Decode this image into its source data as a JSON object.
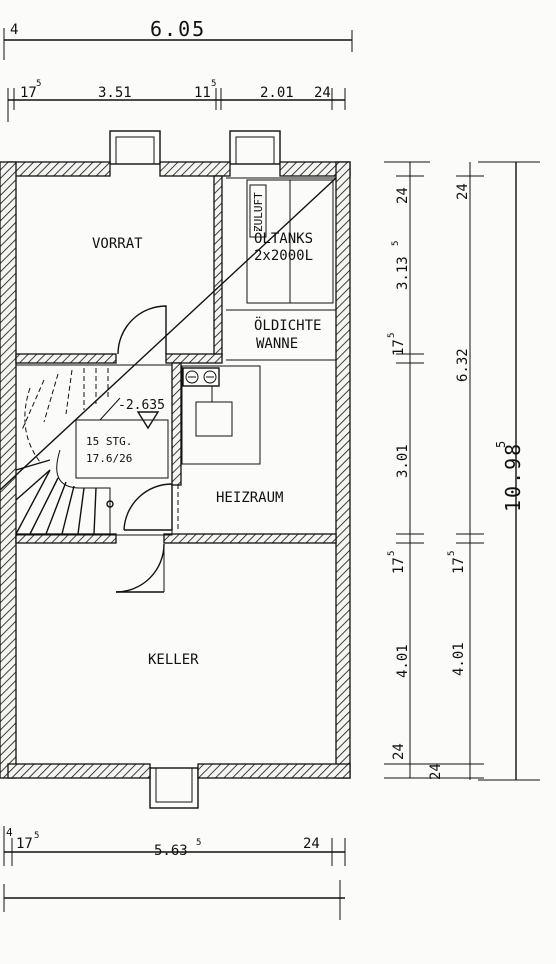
{
  "colors": {
    "ink": "#111111",
    "paper": "#fbfbf9"
  },
  "rooms": {
    "vorrat": "VORRAT",
    "oeltanks_line1": "ÖLTANKS",
    "oeltanks_line2": "2x2000L",
    "zuluft": "ZULUFT",
    "oeldichte_line1": "ÖLDICHTE",
    "oeldichte_line2": "WANNE",
    "heizraum": "HEIZRAUM",
    "keller": "KELLER"
  },
  "stair": {
    "steps_line1": "15 STG.",
    "steps_line2": "17.6/26",
    "level": "-2.635"
  },
  "dims_top": {
    "total": "6.05",
    "lead": "4",
    "seg1_main": "17",
    "seg1_sup": "5",
    "seg2": "3.51",
    "seg3_main": "11",
    "seg3_sup": "5",
    "seg4": "2.01",
    "seg5": "24"
  },
  "dims_bottom": {
    "lead": "4",
    "seg1_main": "17",
    "seg1_sup": "5",
    "seg2_main": "5.63",
    "seg2_sup": "5",
    "seg3": "24"
  },
  "dims_right": {
    "inner_1": "24",
    "inner_2_main": "3.13",
    "inner_2_sup": "5",
    "inner_3_main": "17",
    "inner_3_sup": "5",
    "inner_4": "3.01",
    "inner_5_main": "17",
    "inner_5_sup": "5",
    "inner_6": "4.01",
    "inner_7": "24",
    "mid_1": "24",
    "mid_2": "6.32",
    "mid_3_main": "17",
    "mid_3_sup": "5",
    "mid_4": "4.01",
    "mid_5": "24",
    "total_main": "10.98",
    "total_sup": "5"
  }
}
